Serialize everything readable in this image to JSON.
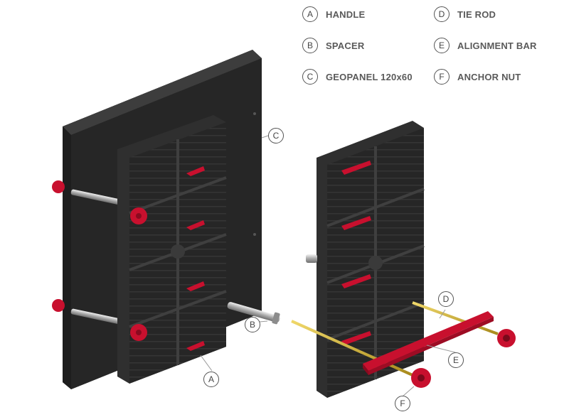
{
  "legend": [
    {
      "letter": "A",
      "label": "HANDLE"
    },
    {
      "letter": "B",
      "label": "SPACER"
    },
    {
      "letter": "C",
      "label": "GEOPANEL 120x60"
    },
    {
      "letter": "D",
      "label": "TIE ROD"
    },
    {
      "letter": "E",
      "label": "ALIGNMENT BAR"
    },
    {
      "letter": "F",
      "label": "ANCHOR NUT"
    }
  ],
  "callouts": {
    "a": "A",
    "b": "B",
    "c": "C",
    "d": "D",
    "e": "E",
    "f": "F"
  },
  "colors": {
    "panel": "#2f2f2f",
    "panel_edge": "#3a3a3a",
    "accent_red": "#c8102e",
    "rod": "#d4b23a",
    "steel": "#bdbdbd"
  }
}
